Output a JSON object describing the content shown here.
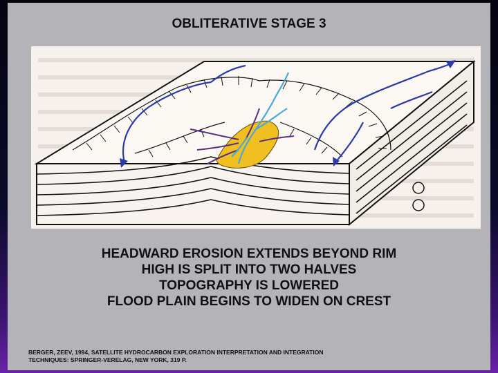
{
  "slide": {
    "title": "OBLITERATIVE STAGE 3",
    "bullets": [
      "HEADWARD EROSION EXTENDS BEYOND RIM",
      "HIGH IS SPLIT INTO TWO HALVES",
      "TOPOGRAPHY IS LOWERED",
      "FLOOD PLAIN BEGINS TO WIDEN ON CREST"
    ],
    "citation_line1": "BERGER, ZEEV, 1994, SATELLITE HYDROCARBON EXPLORATION INTERPRETATION AND INTEGRATION",
    "citation_line2": "TECHNIQUES:  SPRINGER-VERELAG, NEW YORK, 319 P."
  },
  "figure": {
    "description_icon": "block-diagram-illustration",
    "colors": {
      "drainage_arrows": "#2a3aa8",
      "streams": "#4aa8d8",
      "flood_plain": "#f0c020",
      "crest_drainage": "#5a3080"
    }
  },
  "colors": {
    "slide_bg": "#b3b3b8",
    "page_bg_top": "#050510",
    "page_bg_bottom": "#6a22a8",
    "text": "#111111"
  }
}
